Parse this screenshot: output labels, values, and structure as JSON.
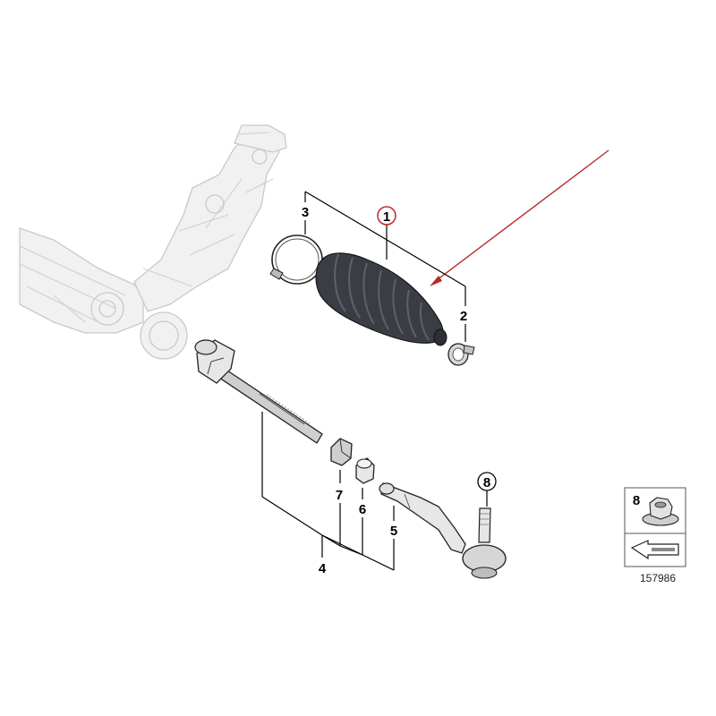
{
  "callouts": {
    "c1": "1",
    "c2": "2",
    "c3": "3",
    "c4": "4",
    "c5": "5",
    "c6": "6",
    "c7": "7",
    "c8": "8",
    "legend_item": "8"
  },
  "reference_number": "157986",
  "colors": {
    "highlight_arrow": "#b52a2a",
    "highlight_circle": "#c0262c",
    "boot": "#3a3e44",
    "ghosted_rack": "#f1f1f1"
  }
}
